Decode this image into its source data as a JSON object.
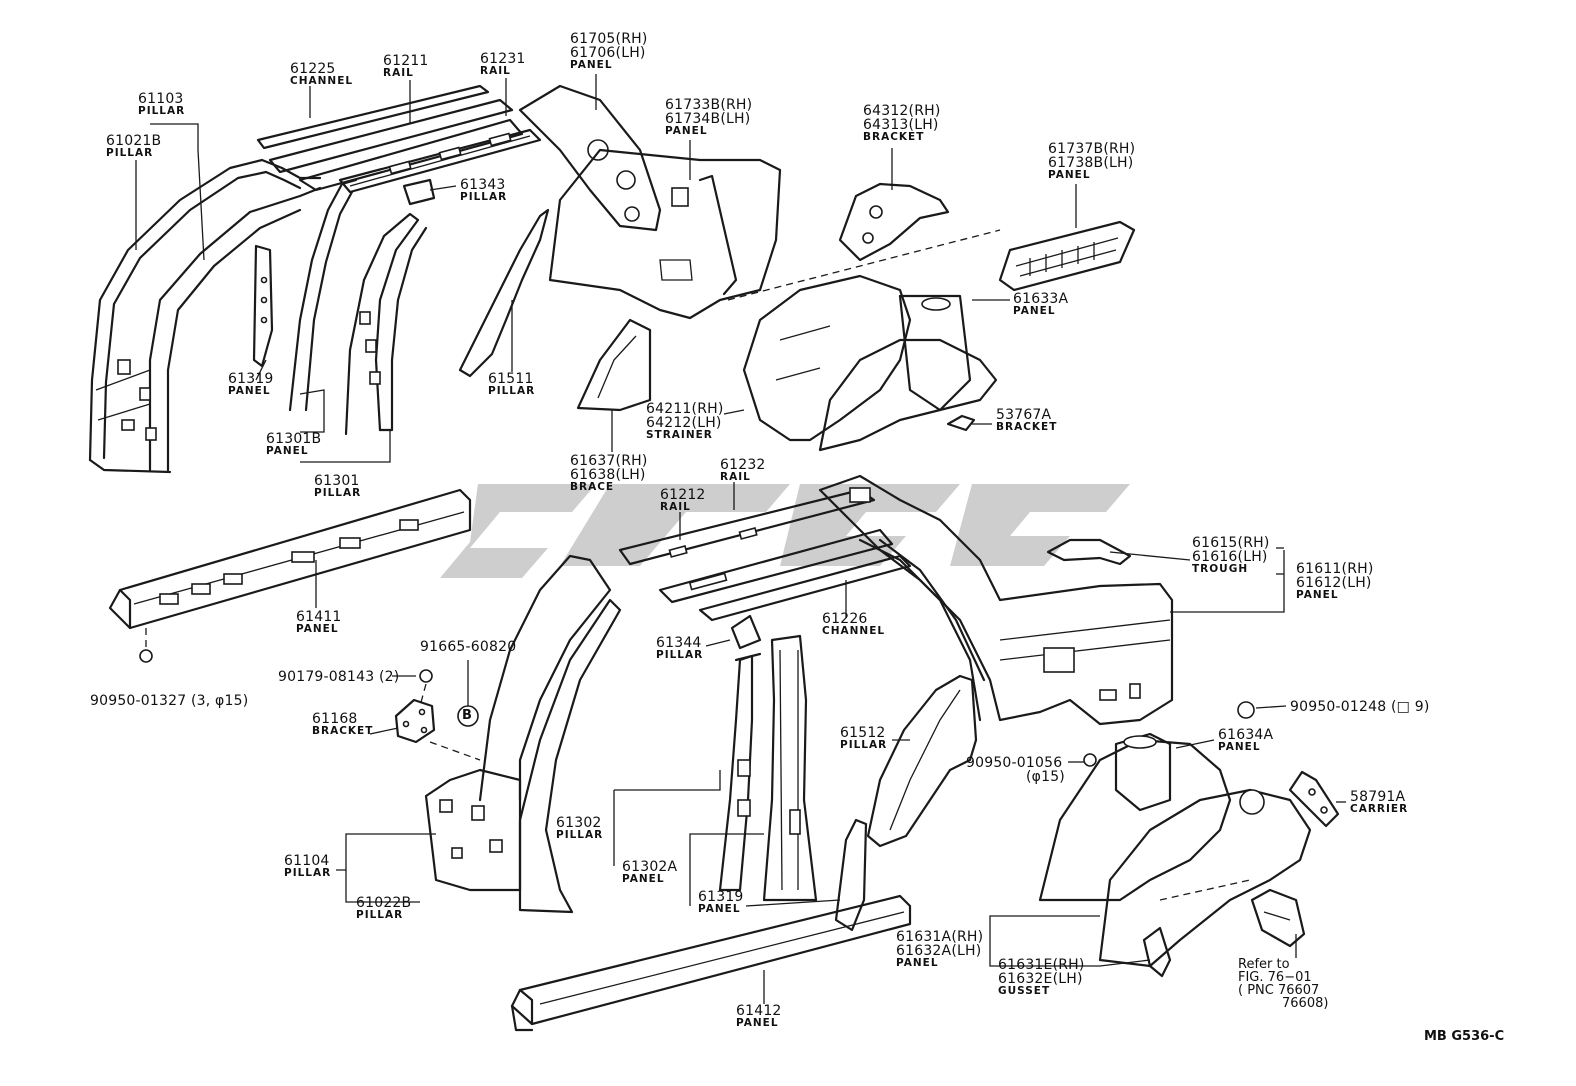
{
  "diagram_code": "MB G536-C",
  "parts": [
    {
      "id": "p61225",
      "number": "61225",
      "name": "CHANNEL"
    },
    {
      "id": "p61211",
      "number": "61211",
      "name": "RAIL"
    },
    {
      "id": "p61231",
      "number": "61231",
      "name": "RAIL"
    },
    {
      "id": "p61705",
      "number": "61705(RH)",
      "name": ""
    },
    {
      "id": "p61706",
      "number": "61706(LH)",
      "name": "PANEL"
    },
    {
      "id": "p61103",
      "number": "61103",
      "name": "PILLAR"
    },
    {
      "id": "p61021B",
      "number": "61021B",
      "name": "PILLAR"
    },
    {
      "id": "p61343",
      "number": "61343",
      "name": "PILLAR"
    },
    {
      "id": "p61733B",
      "number": "61733B(RH)",
      "name": ""
    },
    {
      "id": "p61734B",
      "number": "61734B(LH)",
      "name": "PANEL"
    },
    {
      "id": "p64312",
      "number": "64312(RH)",
      "name": ""
    },
    {
      "id": "p64313",
      "number": "64313(LH)",
      "name": "BRACKET"
    },
    {
      "id": "p61737B",
      "number": "61737B(RH)",
      "name": ""
    },
    {
      "id": "p61738B",
      "number": "61738B(LH)",
      "name": "PANEL"
    },
    {
      "id": "p61633A",
      "number": "61633A",
      "name": "PANEL"
    },
    {
      "id": "p61319a",
      "number": "61319",
      "name": "PANEL"
    },
    {
      "id": "p61301B",
      "number": "61301B",
      "name": "PANEL"
    },
    {
      "id": "p61301",
      "number": "61301",
      "name": "PILLAR"
    },
    {
      "id": "p61511",
      "number": "61511",
      "name": "PILLAR"
    },
    {
      "id": "p64211",
      "number": "64211(RH)",
      "name": ""
    },
    {
      "id": "p64212",
      "number": "64212(LH)",
      "name": "STRAINER"
    },
    {
      "id": "p53767A",
      "number": "53767A",
      "name": "BRACKET"
    },
    {
      "id": "p61637",
      "number": "61637(RH)",
      "name": ""
    },
    {
      "id": "p61638",
      "number": "61638(LH)",
      "name": "BRACE"
    },
    {
      "id": "p61232",
      "number": "61232",
      "name": "RAIL"
    },
    {
      "id": "p61212",
      "number": "61212",
      "name": "RAIL"
    },
    {
      "id": "p61615",
      "number": "61615(RH)",
      "name": ""
    },
    {
      "id": "p61616",
      "number": "61616(LH)",
      "name": "TROUGH"
    },
    {
      "id": "p61611",
      "number": "61611(RH)",
      "name": ""
    },
    {
      "id": "p61612",
      "number": "61612(LH)",
      "name": "PANEL"
    },
    {
      "id": "p61411",
      "number": "61411",
      "name": "PANEL"
    },
    {
      "id": "p91665",
      "number": "91665-60820",
      "name": ""
    },
    {
      "id": "p90179",
      "number": "90179-08143 (2)",
      "name": ""
    },
    {
      "id": "p90950a",
      "number": "90950-01327 (3, φ15)",
      "name": ""
    },
    {
      "id": "p61168",
      "number": "61168",
      "name": "BRACKET"
    },
    {
      "id": "p61226",
      "number": "61226",
      "name": "CHANNEL"
    },
    {
      "id": "p61344",
      "number": "61344",
      "name": "PILLAR"
    },
    {
      "id": "p90950b",
      "number": "90950-01248 (□ 9)",
      "name": ""
    },
    {
      "id": "p61512",
      "number": "61512",
      "name": "PILLAR"
    },
    {
      "id": "p61634A",
      "number": "61634A",
      "name": "PANEL"
    },
    {
      "id": "p90950c",
      "number": "90950-01056",
      "name": ""
    },
    {
      "id": "p90950c2",
      "number": "(φ15)",
      "name": ""
    },
    {
      "id": "p58791A",
      "number": "58791A",
      "name": "CARRIER"
    },
    {
      "id": "p61302",
      "number": "61302",
      "name": "PILLAR"
    },
    {
      "id": "p61302A",
      "number": "61302A",
      "name": "PANEL"
    },
    {
      "id": "p61319b",
      "number": "61319",
      "name": "PANEL"
    },
    {
      "id": "p61104",
      "number": "61104",
      "name": "PILLAR"
    },
    {
      "id": "p61022B",
      "number": "61022B",
      "name": "PILLAR"
    },
    {
      "id": "p61631A",
      "number": "61631A(RH)",
      "name": ""
    },
    {
      "id": "p61632A",
      "number": "61632A(LH)",
      "name": "PANEL"
    },
    {
      "id": "p61631E",
      "number": "61631E(RH)",
      "name": ""
    },
    {
      "id": "p61632E",
      "number": "61632E(LH)",
      "name": "GUSSET"
    },
    {
      "id": "p61412",
      "number": "61412",
      "name": "PANEL"
    }
  ],
  "callouts": {
    "bolt_symbol": "B",
    "refer_line1": "Refer to",
    "refer_line2": "FIG. 76−01",
    "refer_line3": "( PNC 76607",
    "refer_line4": "76608)"
  },
  "colors": {
    "line": "#1a1a1a",
    "watermark": "#c4c4c4"
  }
}
